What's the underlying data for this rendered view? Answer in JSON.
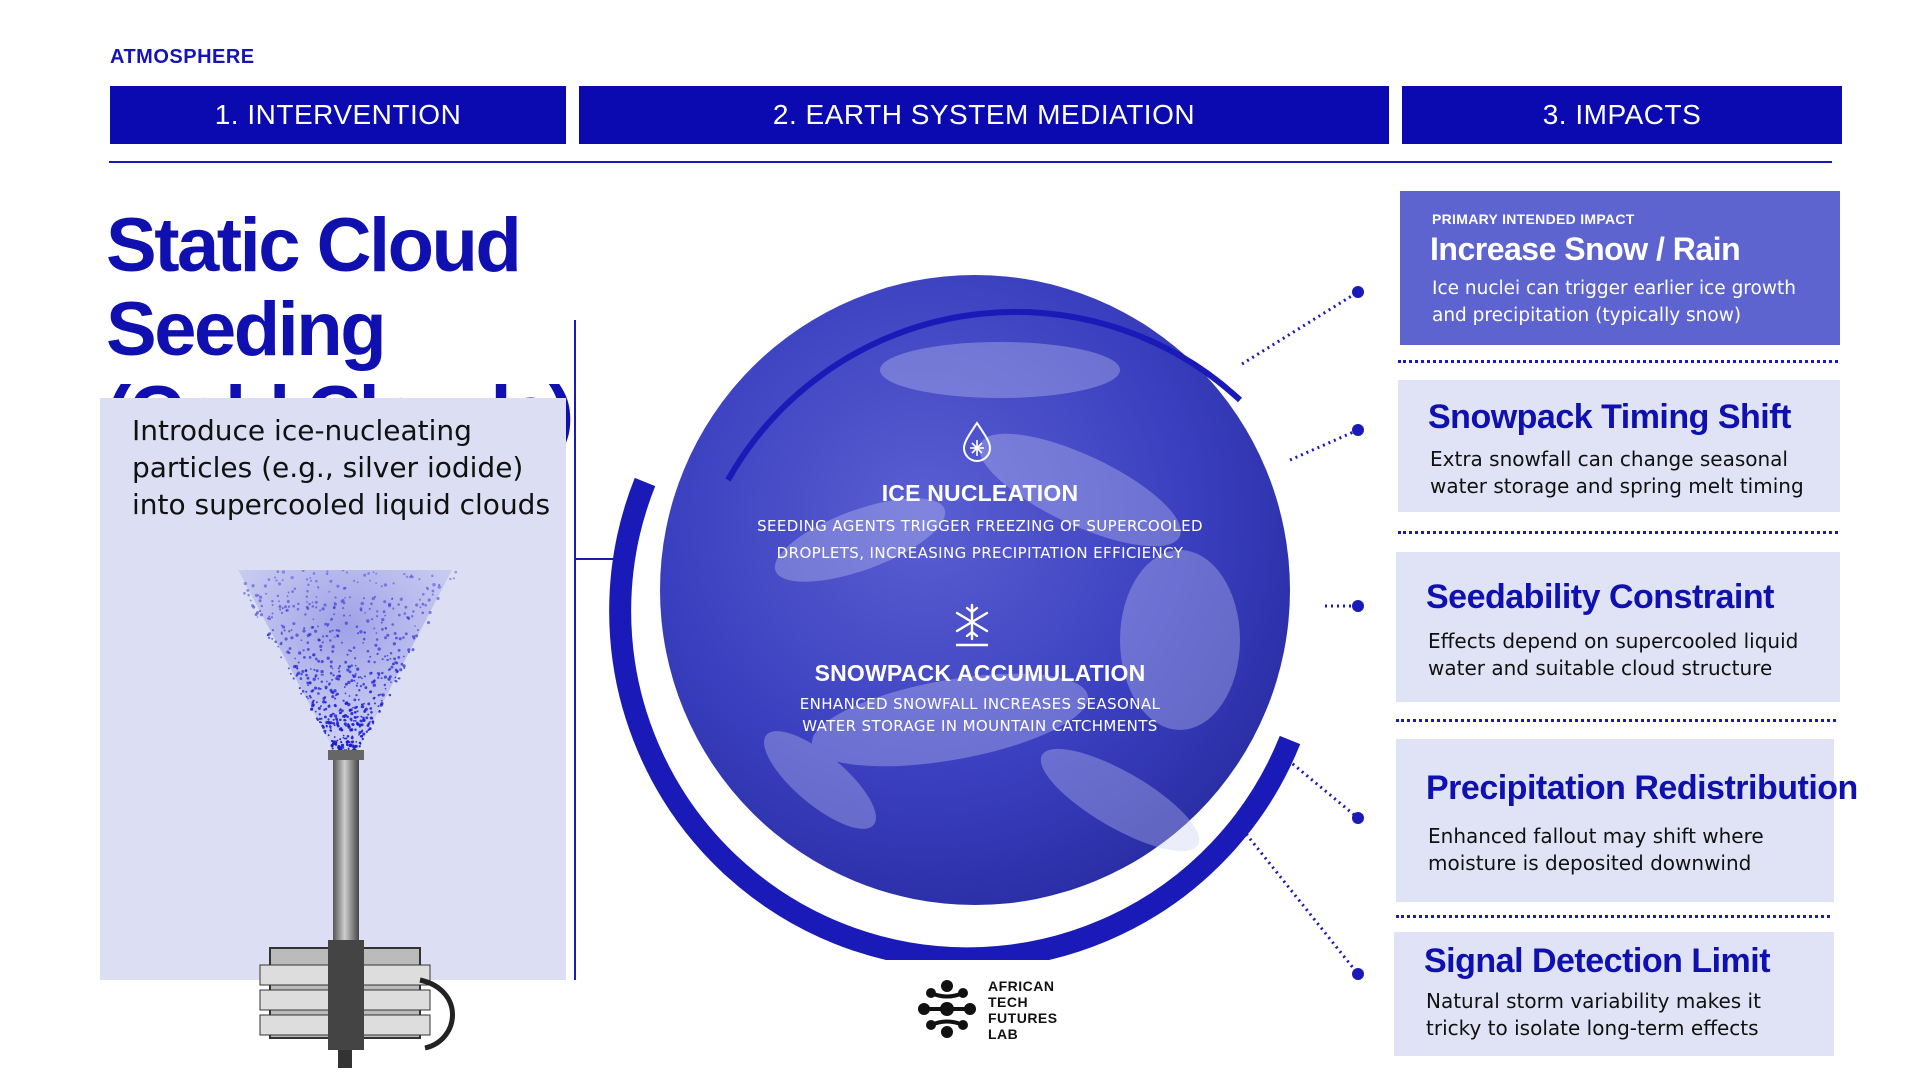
{
  "section_label": "ATMOSPHERE",
  "headers": [
    "1. INTERVENTION",
    "2. EARTH SYSTEM MEDIATION",
    "3. IMPACTS"
  ],
  "title_lines": [
    "Static Cloud Seeding",
    "(Cold Clouds)"
  ],
  "intervention": {
    "lines": [
      "Introduce ice-nucleating",
      "particles (e.g., silver iodide)",
      "into supercooled liquid clouds"
    ]
  },
  "mediation": {
    "ice": {
      "title": "ICE NUCLEATION",
      "lines": [
        "SEEDING AGENTS TRIGGER FREEZING OF SUPERCOOLED",
        "DROPLETS, INCREASING PRECIPITATION EFFICIENCY"
      ],
      "icon": "droplet-snowflake-icon"
    },
    "snow": {
      "title": "SNOWPACK ACCUMULATION",
      "lines": [
        "ENHANCED SNOWFALL INCREASES SEASONAL",
        "WATER STORAGE IN MOUNTAIN CATCHMENTS"
      ],
      "icon": "snowflake-icon"
    }
  },
  "impacts": [
    {
      "label": "PRIMARY INTENDED IMPACT",
      "title": "Increase Snow / Rain",
      "lines": [
        "Ice nuclei can trigger earlier ice growth",
        "and precipitation (typically snow)"
      ]
    },
    {
      "title": "Snowpack Timing Shift",
      "lines": [
        "Extra snowfall can change seasonal",
        "water storage and spring melt timing"
      ]
    },
    {
      "title": "Seedability Constraint",
      "lines": [
        "Effects depend on supercooled liquid",
        "water and suitable cloud structure"
      ]
    },
    {
      "title": "Precipitation Redistribution",
      "lines": [
        "Enhanced fallout may shift where",
        "moisture is deposited downwind"
      ]
    },
    {
      "title": "Signal Detection Limit",
      "lines": [
        "Natural storm variability makes it",
        "tricky to isolate long-term effects"
      ]
    }
  ],
  "logo": {
    "lines": [
      "AFRICAN",
      "TECH",
      "FUTURES",
      "LAB"
    ]
  },
  "colors": {
    "primary_blue": "#0a0ab0",
    "light_panel": "#dcdff3",
    "primary_card": "#5d63cf",
    "globe": "#3a3fbf"
  }
}
